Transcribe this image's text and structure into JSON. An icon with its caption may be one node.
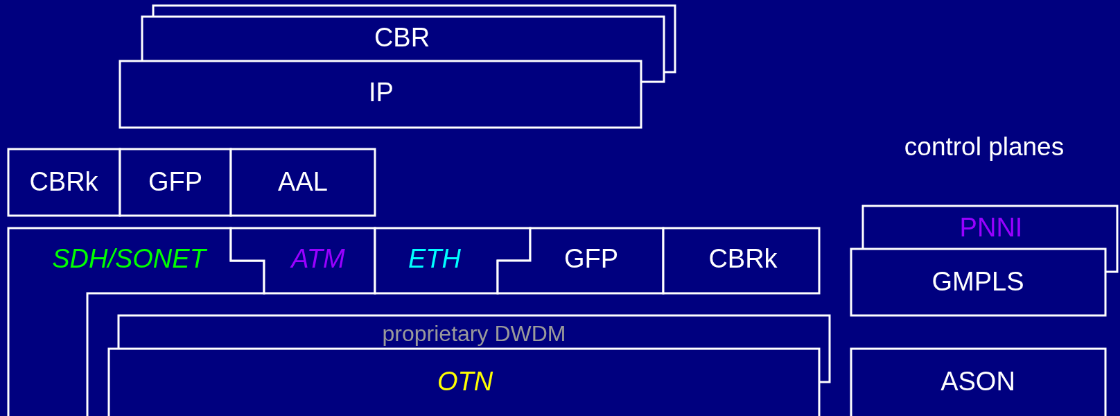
{
  "diagram": {
    "nodes": [
      {
        "text": [],
        "shape": "box"
      },
      {
        "text": [
          "CBR"
        ]
      },
      {
        "text": [
          "IP"
        ]
      },
      {
        "text": [
          "CBRk"
        ]
      },
      {
        "text": [
          "GFP"
        ]
      },
      {
        "text": [
          "AAL"
        ]
      },
      {
        "text": [
          "SDH/SONET"
        ]
      },
      {
        "text": [
          "ATM"
        ]
      },
      {
        "text": [
          "ETH"
        ]
      },
      {
        "text": [
          "GFP"
        ]
      },
      {
        "text": [
          "CBRk"
        ]
      },
      {
        "text": [
          "proprietary DWDM"
        ]
      },
      {
        "text": [
          "OTN"
        ]
      },
      {
        "text": [
          "PNNI"
        ]
      },
      {
        "text": [
          "GMPLS"
        ]
      },
      {
        "text": [
          "ASON"
        ]
      }
    ],
    "labels": [
      "control planes"
    ]
  }
}
